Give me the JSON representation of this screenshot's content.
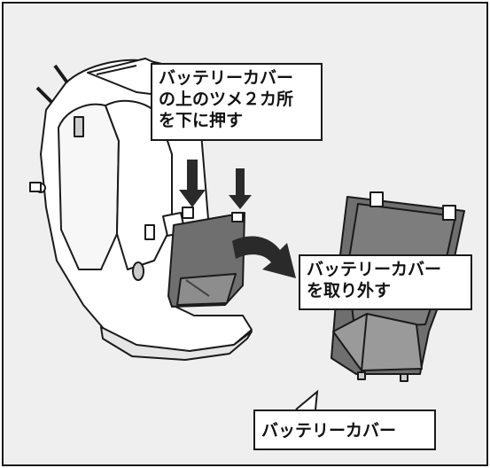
{
  "instructions": {
    "press_tabs": {
      "lines": [
        "バッテリーカバー",
        "の上のツメ２カ所",
        "を下に押す"
      ]
    },
    "remove_cover": {
      "lines": [
        "バッテリーカバー",
        "を取り外す"
      ]
    },
    "cover_label": {
      "text": "バッテリーカバー"
    }
  },
  "colors": {
    "frame_border": "#1a1a1a",
    "background": "#efefef",
    "cover_fill": "#6f6f6f",
    "arrow": "#2a2a2a"
  },
  "icons": [
    "down-arrow-icon",
    "curved-arrow-icon",
    "transmitter-illustration",
    "battery-cover-illustration"
  ]
}
